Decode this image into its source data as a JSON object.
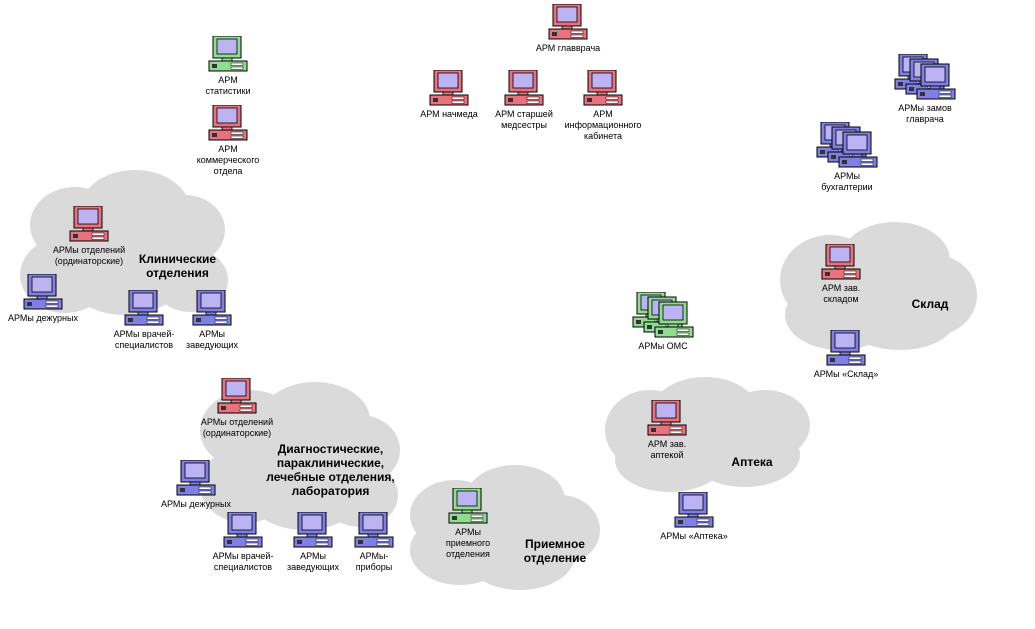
{
  "colors": {
    "red": "#e8727e",
    "green": "#8fde8f",
    "blue": "#7f7fe6",
    "screen": "#bcb3f2",
    "cloud": "#dadada"
  },
  "groups": {
    "clinical": "Клинические\nотделения",
    "diagnostic": "Диагностические,\nпараклинические,\nлечебные отделения,\nлаборатория",
    "reception": "Приемное\nотделение",
    "pharmacy": "Аптека",
    "warehouse": "Склад"
  },
  "nodes": {
    "glavvrach": "АРМ главврача",
    "nachmed": "АРМ начмеда",
    "medsestra": "АРМ старшей\nмедсестры",
    "infokab": "АРМ\nинформационного\nкабинета",
    "statistika": "АРМ\nстатистики",
    "kommerch": "АРМ\nкоммерческого\nотдела",
    "zamy": "АРМы замов\nглаврача",
    "buhgalteria": "АРМы\nбухгалтерии",
    "klin_ordin": "АРМы отделений\n(ординаторские)",
    "klin_dezhur": "АРМы дежурных",
    "klin_vrachi": "АРМы врачей-\nспециалистов",
    "klin_zav": "АРМы\nзаведующих",
    "diag_ordin": "АРМы отделений\n(ординаторские)",
    "diag_dezhur": "АРМы дежурных",
    "diag_vrachi": "АРМы врачей-\nспециалистов",
    "diag_zav": "АРМы\nзаведующих",
    "diag_pribory": "АРМы-\nприборы",
    "priem": "АРМы\nприемного\nотделения",
    "oms": "АРМы ОМС",
    "zav_apteka": "АРМ зав.\nаптекой",
    "apteka": "АРМы «Аптека»",
    "zav_sklad": "АРМ зав.\nскладом",
    "sklad": "АРМы «Склад»"
  }
}
